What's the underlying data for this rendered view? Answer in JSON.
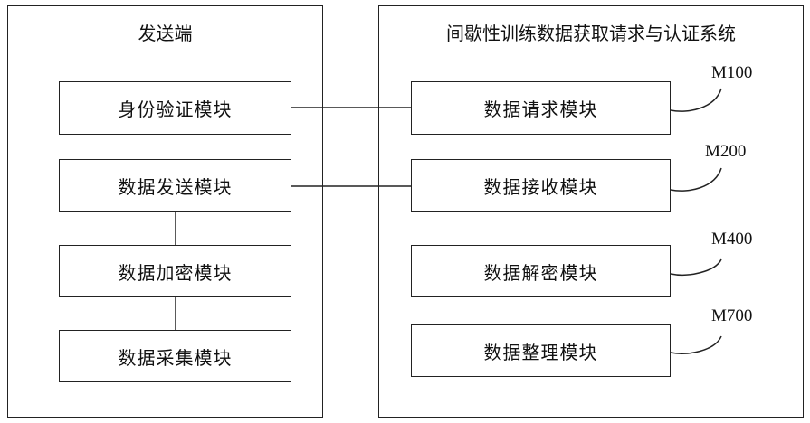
{
  "sender": {
    "title": "发送端",
    "modules": [
      {
        "label": "身份验证模块"
      },
      {
        "label": "数据发送模块"
      },
      {
        "label": "数据加密模块"
      },
      {
        "label": "数据采集模块"
      }
    ]
  },
  "system": {
    "title": "间歇性训练数据获取请求与认证系统",
    "modules": [
      {
        "label": "数据请求模块",
        "tag": "M100"
      },
      {
        "label": "数据接收模块",
        "tag": "M200"
      },
      {
        "label": "数据解密模块",
        "tag": "M400"
      },
      {
        "label": "数据整理模块",
        "tag": "M700"
      }
    ]
  }
}
